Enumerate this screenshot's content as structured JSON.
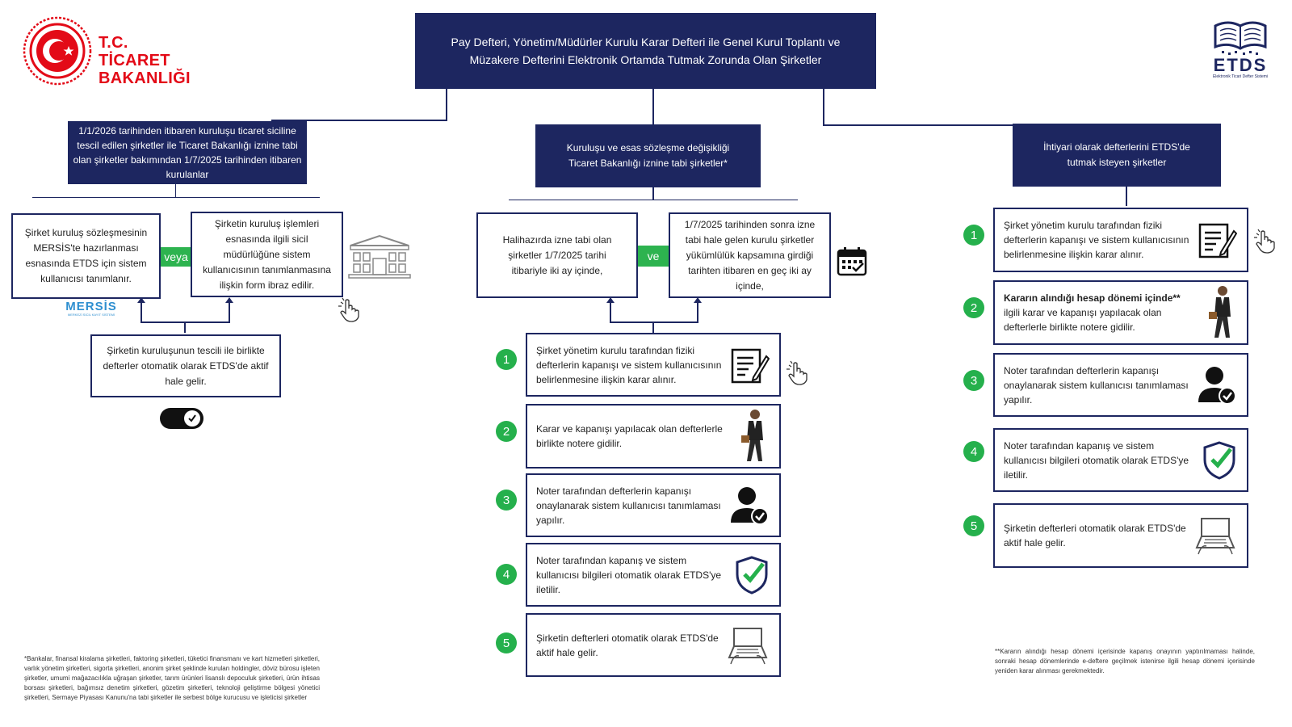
{
  "brand": {
    "ministry_line1": "T.C. TİCARET",
    "ministry_line2": "BAKANLIĞI",
    "etds_logo": "ETDS",
    "etds_sub": "Elektronik Ticari Defter Sistemi",
    "mersis_logo": "MERSİS",
    "mersis_sub": "MERKEZİ SİCİL KAYIT SİSTEMİ"
  },
  "title": "Pay Defteri, Yönetim/Müdürler Kurulu Karar Defteri ile Genel Kurul Toplantı ve Müzakere Defterini Elektronik Ortamda Tutmak Zorunda Olan Şirketler",
  "left": {
    "header": "1/1/2026 tarihinden itibaren kuruluşu ticaret siciline tescil edilen şirketler ile Ticaret Bakanlığı iznine tabi olan şirketler bakımından 1/7/2025 tarihinden itibaren kurulanlar",
    "option_a": "Şirket kuruluş sözleşmesinin MERSİS'te hazırlanması esnasında ETDS için sistem kullanıcısı tanımlanır.",
    "connector": "veya",
    "option_b": "Şirketin kuruluş işlemleri esnasında ilgili sicil müdürlüğüne sistem kullanıcısının tanımlanmasına ilişkin form ibraz edilir.",
    "result": "Şirketin kuruluşunun tescili ile birlikte defterler otomatik olarak ETDS'de aktif hale gelir."
  },
  "middle": {
    "header": "Kuruluşu ve esas sözleşme değişikliği Ticaret Bakanlığı iznine tabi şirketler*",
    "option_a": "Halihazırda izne tabi olan şirketler 1/7/2025 tarihi itibariyle iki ay içinde,",
    "connector": "ve",
    "option_b": "1/7/2025 tarihinden sonra izne tabi hale gelen kurulu şirketler yükümlülük kapsamına girdiği tarihten itibaren en geç iki ay içinde,",
    "steps": [
      {
        "num": "1",
        "text": "Şirket yönetim kurulu tarafından fiziki defterlerin kapanışı ve sistem kullanıcısının belirlenmesine ilişkin karar alınır.",
        "icon": "document-pen-icon"
      },
      {
        "num": "2",
        "text": "Karar ve kapanışı yapılacak olan defterlerle birlikte notere gidilir.",
        "icon": "businessman-icon"
      },
      {
        "num": "3",
        "text": "Noter tarafından defterlerin kapanışı onaylanarak sistem kullanıcısı tanımlaması yapılır.",
        "icon": "user-check-icon"
      },
      {
        "num": "4",
        "text": "Noter tarafından kapanış ve sistem kullanıcısı bilgileri otomatik olarak ETDS'ye iletilir.",
        "icon": "shield-check-icon"
      },
      {
        "num": "5",
        "text": "Şirketin defterleri otomatik olarak ETDS'de aktif hale gelir.",
        "icon": "laptop-icon"
      }
    ]
  },
  "right": {
    "header": "İhtiyari olarak defterlerini ETDS'de tutmak isteyen şirketler",
    "steps": [
      {
        "num": "1",
        "bold": "",
        "text": "Şirket yönetim kurulu tarafından fiziki defterlerin kapanışı ve sistem kullanıcısının belirlenmesine ilişkin karar alınır.",
        "icon": "document-pen-icon"
      },
      {
        "num": "2",
        "bold": "Kararın alındığı hesap dönemi içinde**",
        "text": "ilgili karar ve kapanışı yapılacak olan defterlerle birlikte notere gidilir.",
        "icon": "businessman-icon"
      },
      {
        "num": "3",
        "bold": "",
        "text": "Noter tarafından defterlerin kapanışı onaylanarak sistem kullanıcısı tanımlaması yapılır.",
        "icon": "user-check-icon"
      },
      {
        "num": "4",
        "bold": "",
        "text": "Noter tarafından kapanış ve sistem kullanıcısı bilgileri otomatik olarak ETDS'ye iletilir.",
        "icon": "shield-check-icon"
      },
      {
        "num": "5",
        "bold": "",
        "text": "Şirketin defterleri otomatik olarak ETDS'de aktif hale gelir.",
        "icon": "laptop-icon"
      }
    ]
  },
  "footnotes": {
    "left": "*Bankalar, finansal kiralama şirketleri, faktoring şirketleri, tüketici finansmanı ve kart hizmetleri şirketleri, varlık yönetim şirketleri, sigorta şirketleri, anonim şirket şeklinde kurulan holdingler, döviz bürosu işleten şirketler, umumi mağazacılıkla uğraşan şirketler, tarım ürünleri lisanslı depoculuk şirketleri, ürün ihtisas borsası şirketleri, bağımsız denetim şirketleri, gözetim şirketleri, teknoloji geliştirme bölgesi yönetici şirketleri, Sermaye Piyasası Kanunu'na tabi şirketler ile serbest bölge kurucusu ve işleticisi şirketler",
    "right": "**Kararın alındığı hesap dönemi içerisinde kapanış onayının yaptırılmaması halinde, sonraki hesap dönemlerinde e-deftere geçilmek istenirse ilgili hesap dönemi içerisinde yeniden karar alınması gerekmektedir."
  },
  "colors": {
    "navy": "#1d2660",
    "green": "#25b04c",
    "red": "#e30a17"
  }
}
